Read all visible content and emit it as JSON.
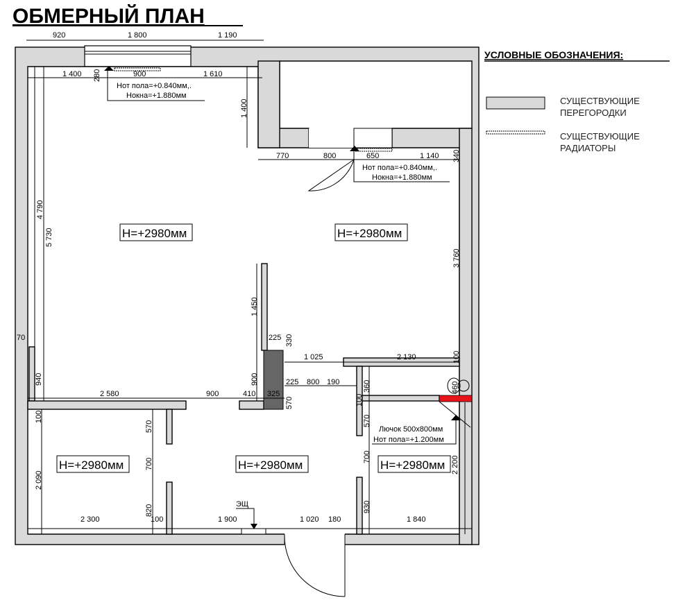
{
  "title": "ОБМЕРНЫЙ ПЛАН",
  "legend": {
    "title": "УСЛОВНЫЕ ОБОЗНАЧЕНИЯ:",
    "items": [
      {
        "line1": "СУЩЕСТВУЮЩИЕ",
        "line2": "ПЕРЕГОРОДКИ",
        "symbol": "gray-wall"
      },
      {
        "line1": "СУЩЕСТВУЮЩИЕ",
        "line2": "РАДИАТОРЫ",
        "symbol": "radiator"
      }
    ]
  },
  "colors": {
    "wall": "#d9d9d9",
    "column": "#666666",
    "highlight": "#e8141b"
  },
  "rooms": [
    "H=+2980мм",
    "H=+2980мм",
    "H=+2980мм",
    "H=+2980мм",
    "H=+2980мм"
  ],
  "notes": {
    "window1": {
      "floor": "Нот  пола=+0.840мм,.",
      "window": "Нокна=+1.880мм"
    },
    "window2": {
      "floor": "Нот  пола=+0.840мм,.",
      "window": "Нокна=+1.880мм"
    },
    "hatch": {
      "size": "Лючок 500x800мм",
      "floor": "Нот  пола=+1.200мм"
    },
    "panel": "ЭЩ"
  },
  "dims": [
    "920",
    "1 800",
    "1 190",
    "1 400",
    "900",
    "1 610",
    "280",
    "1 400",
    "770",
    "800",
    "650",
    "1 140",
    "340",
    "4 790",
    "5 730",
    "3 760",
    "1 450",
    "225",
    "330",
    "1 025",
    "2 130",
    "100",
    "70",
    "940",
    "900",
    "225",
    "800",
    "190",
    "360",
    "460",
    "2 580",
    "900",
    "410",
    "325",
    "570",
    "100",
    "100",
    "570",
    "570",
    "700",
    "700",
    "2 090",
    "2 200",
    "820",
    "930",
    "2 300",
    "100",
    "1 900",
    "1 020",
    "180",
    "1 840"
  ]
}
